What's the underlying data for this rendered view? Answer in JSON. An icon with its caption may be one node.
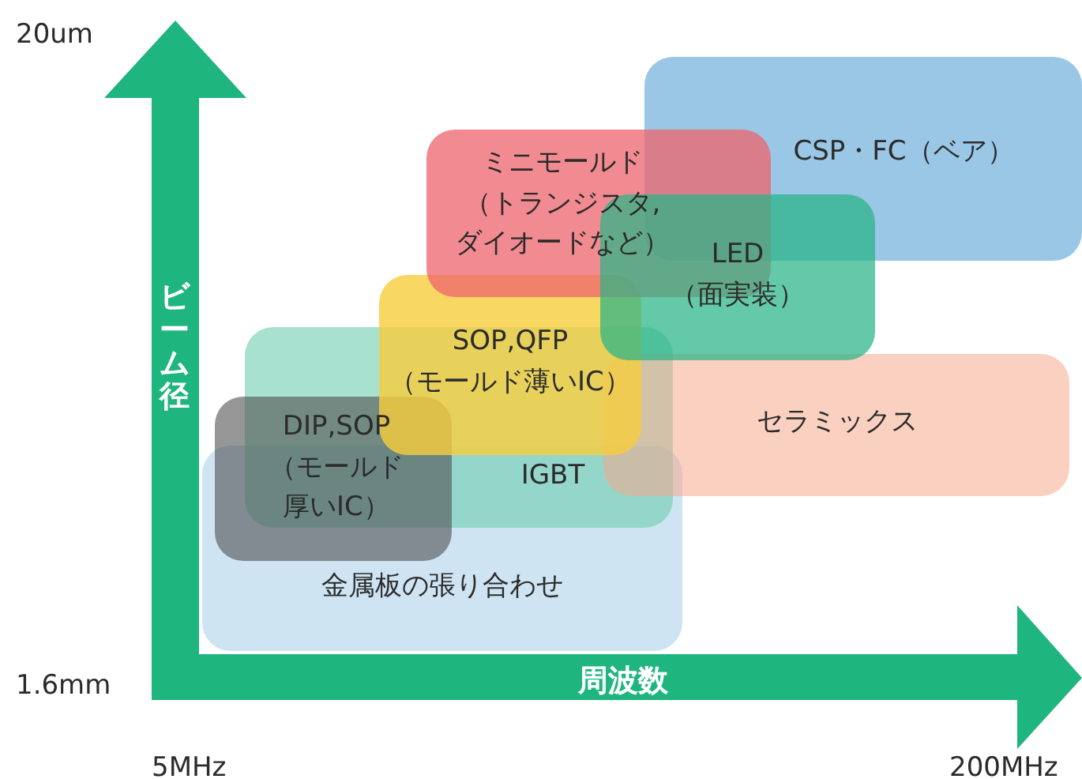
{
  "diagram": {
    "nodes": [
      {
        "text": [
          "CSP・FC（ベア）"
        ]
      },
      {
        "text": [
          "ミニモールド（トランジスタ,ダイオードなど）"
        ]
      },
      {
        "text": [
          "LED（面実装）"
        ]
      },
      {
        "text": [
          "SOP,QFP（モールド薄いIC）"
        ]
      },
      {
        "text": [
          "セラミックス"
        ]
      },
      {
        "text": [
          "IGBT"
        ]
      },
      {
        "text": [
          "DIP,SOP（モールド厚いIC）"
        ]
      },
      {
        "text": [
          "金属板の張り合わせ"
        ]
      }
    ],
    "labels": [
      "20um",
      "ビーム径",
      "1.6mm",
      "周波数",
      "5MHz",
      "200MHz"
    ]
  }
}
